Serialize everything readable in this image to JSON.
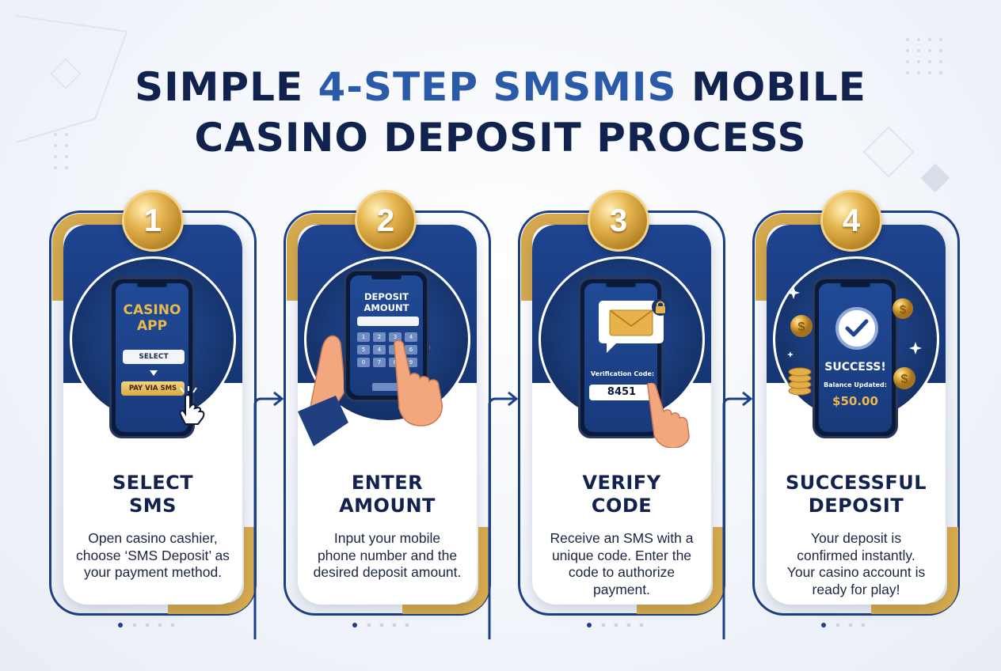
{
  "title": {
    "line1_pre": "SIMPLE ",
    "line1_highlight": "4-STEP SMSMIS",
    "line1_post": " MOBILE",
    "line2": "CASINO DEPOSIT PROCESS"
  },
  "colors": {
    "navy": "#10224d",
    "accent": "#2a5aa8",
    "gold": "#d4a545"
  },
  "steps": [
    {
      "number": "1",
      "title_line1": "SELECT",
      "title_line2": "SMS",
      "desc_lines": [
        "Open casino cashier,",
        "choose ‘SMS Deposit’ as",
        "your payment method."
      ],
      "screen": {
        "app_line1": "CASINO",
        "app_line2": "APP",
        "select_label": "SELECT",
        "pay_label": "PAY VIA SMS"
      },
      "icon": "tap-hand-icon"
    },
    {
      "number": "2",
      "title_line1": "ENTER",
      "title_line2": "AMOUNT",
      "desc_lines": [
        "Input your mobile",
        "phone number and the",
        "desired deposit amount."
      ],
      "screen": {
        "heading_line1": "DEPOSIT",
        "heading_line2": "AMOUNT",
        "keys": [
          "1",
          "2",
          "3",
          "4",
          "5",
          "4",
          "5",
          "6",
          "0",
          "7",
          "8",
          "9"
        ]
      },
      "icon": "hand-holding-phone-icon"
    },
    {
      "number": "3",
      "title_line1": "VERIFY",
      "title_line2": "CODE",
      "desc_lines": [
        "Receive an SMS with a",
        "unique code. Enter the",
        "code to authorize",
        "payment."
      ],
      "screen": {
        "code_label": "Verification Code:",
        "code_value": "8451"
      },
      "icon": "envelope-lock-icon"
    },
    {
      "number": "4",
      "title_line1": "SUCCESSFUL",
      "title_line2": "DEPOSIT",
      "desc_lines": [
        "Your deposit is",
        "confirmed instantly.",
        "Your casino account is",
        "ready for play!"
      ],
      "screen": {
        "status": "SUCCESS!",
        "balance_label": "Balance Updated:",
        "balance_value": "$50.00"
      },
      "icon": "check-coins-icon"
    }
  ]
}
